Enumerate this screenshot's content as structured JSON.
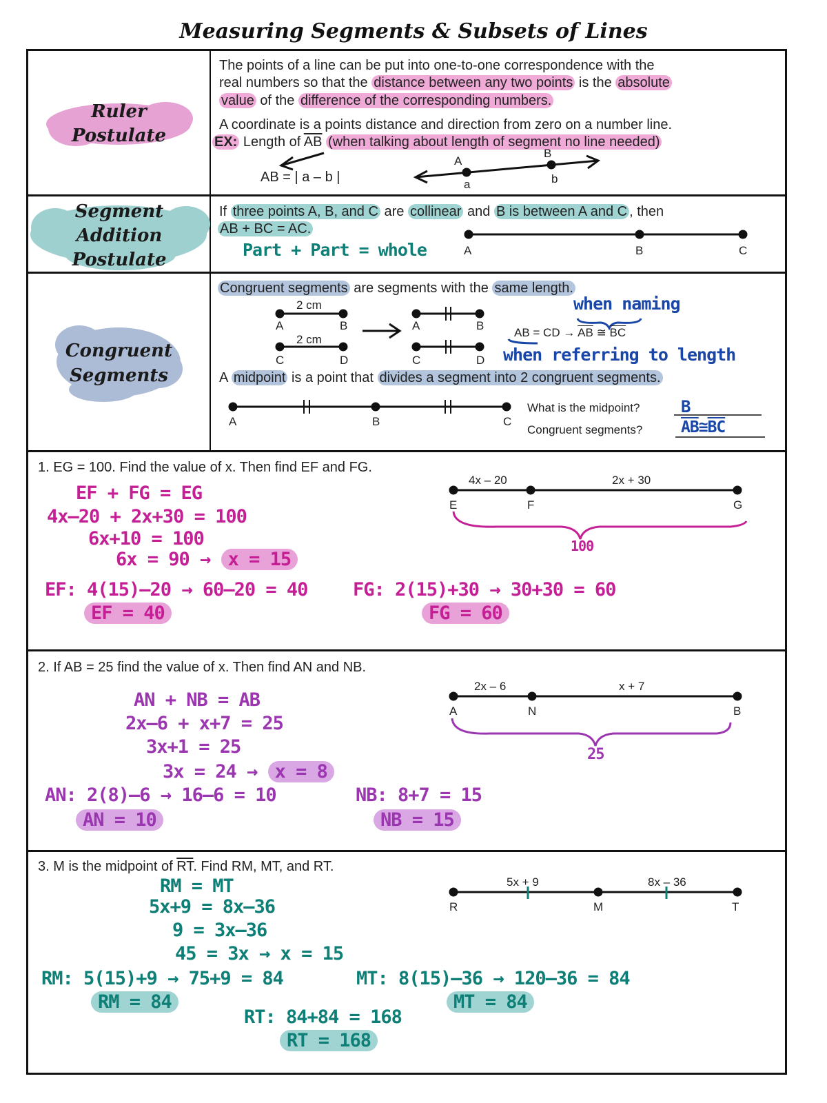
{
  "title": "Measuring Segments & Subsets of Lines",
  "ruler": {
    "heading": "Ruler Postulate",
    "line1": "The points of a line can be put into one-to-one correspondence with the",
    "line2_pre": "real numbers so that the",
    "line2_hl1": "distance between any two points",
    "line2_mid": "is the",
    "line2_hl2": "absolute",
    "line3_hl1": "value",
    "line3_mid": "of the",
    "line3_hl2": "difference of the corresponding numbers.",
    "line4": "A coordinate is a points distance and direction from zero on a number line.",
    "ex_label": "EX:",
    "ex_text_pre": "Length of",
    "ex_seg": "AB",
    "ex_hl": "(when talking about length of segment no line needed)",
    "formula": "AB = | a – b |",
    "pt_a": "A",
    "pt_b": "B",
    "coord_a": "a",
    "coord_b": "b"
  },
  "segment_addition": {
    "heading": "Segment Addition Postulate",
    "line1_pre": "If",
    "line1_hl1": "three points A, B, and C",
    "line1_mid1": "are",
    "line1_hl2": "collinear",
    "line1_mid2": "and",
    "line1_hl3": "B is between A and C",
    "line1_post": ", then",
    "line2_hl": "AB + BC = AC.",
    "note": "Part + Part = whole",
    "pt_a": "A",
    "pt_b": "B",
    "pt_c": "C"
  },
  "congruent": {
    "heading": "Congruent Segments",
    "line1_hl1": "Congruent segments",
    "line1_mid": "are segments with the",
    "line1_hl2": "same length.",
    "len1": "2 cm",
    "len2": "2 cm",
    "pt_a": "A",
    "pt_b": "B",
    "pt_c": "C",
    "pt_d": "D",
    "naming_note": "when naming",
    "relation_pre": "AB = CD →",
    "relation_seg1": "AB",
    "relation_sym": "≅",
    "relation_seg2": "BC",
    "length_note": "when referring to length",
    "mid_pre": "A",
    "mid_hl1": "midpoint",
    "mid_mid": "is a point that",
    "mid_hl2": "divides a segment into 2 congruent segments.",
    "q1": "What is the midpoint?",
    "a1": "B",
    "q2": "Congruent segments?",
    "a2_seg1": "AB",
    "a2_sym": "≅",
    "a2_seg2": "BC"
  },
  "problem1": {
    "prompt": "1. EG = 100. Find the value of x. Then find EF and FG.",
    "seg_ef": "4x – 20",
    "seg_fg": "2x + 30",
    "pt_e": "E",
    "pt_f": "F",
    "pt_g": "G",
    "total": "100",
    "w1": "EF + FG = EG",
    "w2": "4x–20 + 2x+30 = 100",
    "w3": "6x+10 = 100",
    "w4": "6x = 90 →",
    "w4_ans": "x = 15",
    "ef_work": "EF: 4(15)–20 → 60–20 = 40",
    "ef_ans": "EF = 40",
    "fg_work": "FG: 2(15)+30 → 30+30 = 60",
    "fg_ans": "FG = 60"
  },
  "problem2": {
    "prompt": "2. If AB = 25 find the value of x. Then find AN and NB.",
    "seg_an": "2x – 6",
    "seg_nb": "x + 7",
    "pt_a": "A",
    "pt_n": "N",
    "pt_b": "B",
    "total": "25",
    "w1": "AN + NB = AB",
    "w2": "2x–6 + x+7 = 25",
    "w3": "3x+1 = 25",
    "w4": "3x = 24 →",
    "w4_ans": "x = 8",
    "an_work": "AN: 2(8)–6 → 16–6 = 10",
    "an_ans": "AN = 10",
    "nb_work": "NB: 8+7 = 15",
    "nb_ans": "NB = 15"
  },
  "problem3": {
    "prompt_pre": "3. M is the midpoint of",
    "prompt_seg": "RT",
    "prompt_post": ". Find RM, MT, and RT.",
    "seg_rm": "5x + 9",
    "seg_mt": "8x – 36",
    "pt_r": "R",
    "pt_m": "M",
    "pt_t": "T",
    "w1": "RM = MT",
    "w2": "5x+9 = 8x–36",
    "w3": "9 = 3x–36",
    "w4": "45 = 3x → x = 15",
    "rm_work": "RM: 5(15)+9 → 75+9 = 84",
    "rm_ans": "RM = 84",
    "mt_work": "MT: 8(15)–36 → 120–36 = 84",
    "mt_ans": "MT = 84",
    "rt_work": "RT: 84+84 = 168",
    "rt_ans": "RT = 168"
  },
  "colors": {
    "pink": "#f0aad7",
    "teal": "#9fd4d2",
    "blue": "#b3c4dd",
    "magenta": "#c41f95",
    "purple": "#9b36b0",
    "dark_teal": "#0e7f76",
    "navy": "#1a46a8"
  }
}
